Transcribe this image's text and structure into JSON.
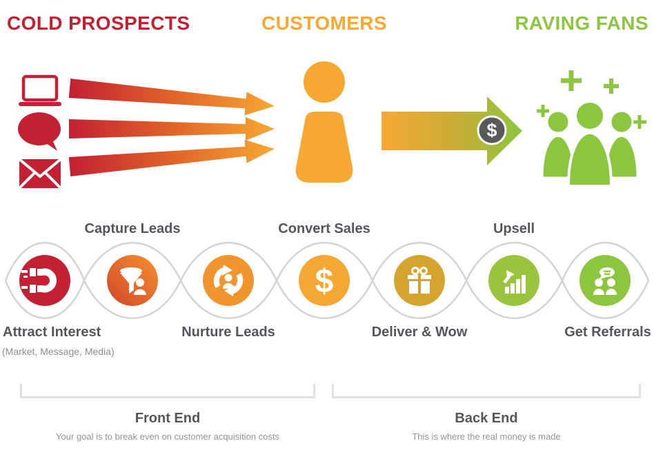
{
  "palette": {
    "red": "#c32033",
    "orange": "#f6a833",
    "green": "#8cc63f",
    "gold": "#d4a42e",
    "dark_text": "#54565b",
    "light_text": "#8b8d90",
    "chain_gray": "#d3d3d3",
    "coin_gray": "#58595b"
  },
  "header": {
    "cold_prospects": "COLD PROSPECTS",
    "customers": "CUSTOMERS",
    "raving_fans": "RAVING FANS"
  },
  "flow": {
    "dollar_coin": "$"
  },
  "steps": {
    "capture_leads": "Capture Leads",
    "convert_sales": "Convert Sales",
    "convert_sales_symbol": "$",
    "upsell": "Upsell",
    "attract_interest": "Attract Interest",
    "attract_interest_note": "(Market, Message, Media)",
    "nurture_leads": "Nurture Leads",
    "deliver_wow": "Deliver & Wow",
    "get_referrals": "Get Referrals"
  },
  "footer": {
    "front_end_title": "Front End",
    "front_end_subtitle": "Your goal is to break even on customer acquisition costs",
    "back_end_title": "Back End",
    "back_end_subtitle": "This is where the real money is made"
  },
  "icons": {
    "laptop-icon": "laptop",
    "speech-bubble-icon": "speech bubble",
    "envelope-icon": "envelope",
    "customer-person-icon": "person silhouette",
    "dollar-coin-icon": "dollar coin",
    "fans-group-icon": "group of people with plus signs",
    "magnet-icon": "magnet",
    "funnel-icon": "funnel with person",
    "cycle-icon": "circular arrows with person",
    "dollar-icon": "dollar sign",
    "gift-icon": "gift box",
    "growth-chart-icon": "rising bar chart with arrow",
    "conversation-icon": "two people with speech bubble"
  }
}
